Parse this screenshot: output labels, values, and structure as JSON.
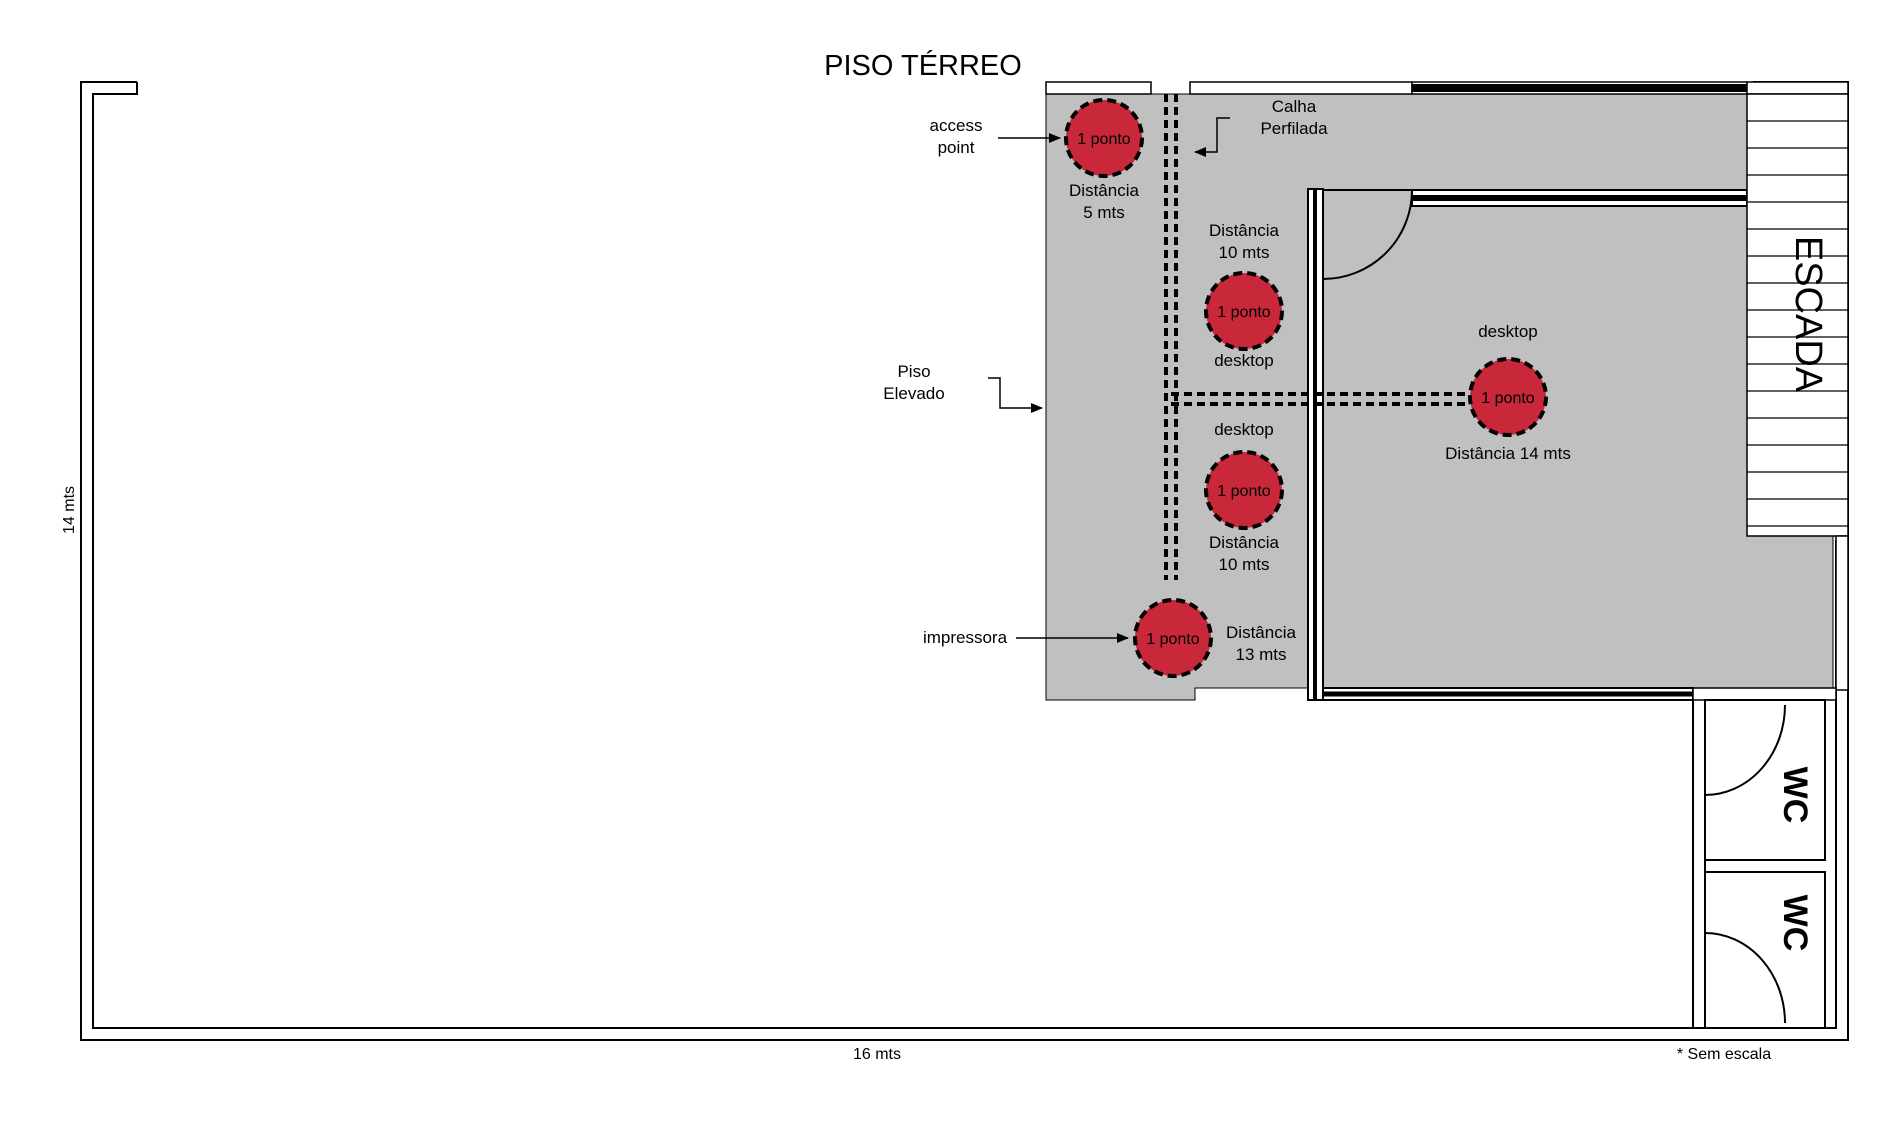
{
  "title": "PISO TÉRREO",
  "dimensions": {
    "height": "14 mts",
    "width": "16 mts"
  },
  "note": "* Sem escala",
  "rooms": {
    "stairs": "ESCADA",
    "wc_top": "WC",
    "wc_bottom": "WC"
  },
  "callouts": {
    "access_point": [
      "access",
      "point"
    ],
    "calha": [
      "Calha",
      "Perfilada"
    ],
    "piso": [
      "Piso",
      "Elevado"
    ],
    "impressora": "impressora"
  },
  "points": [
    {
      "id": "ap",
      "label": "1 ponto",
      "caption": [
        "Distância",
        "5 mts"
      ]
    },
    {
      "id": "desk1",
      "label": "1 ponto",
      "name": "desktop",
      "caption": [
        "Distância",
        "10 mts"
      ]
    },
    {
      "id": "desk2",
      "label": "1 ponto",
      "name": "desktop",
      "caption": [
        "Distância",
        "10 mts"
      ]
    },
    {
      "id": "printer",
      "label": "1 ponto",
      "caption": [
        "Distância",
        "13 mts"
      ]
    },
    {
      "id": "desk3",
      "label": "1 ponto",
      "name": "desktop",
      "caption": [
        "Distância 14 mts"
      ]
    }
  ],
  "colors": {
    "point_fill": "#c8283a",
    "raised_floor": "#c0c0c0",
    "wall": "#000000"
  }
}
